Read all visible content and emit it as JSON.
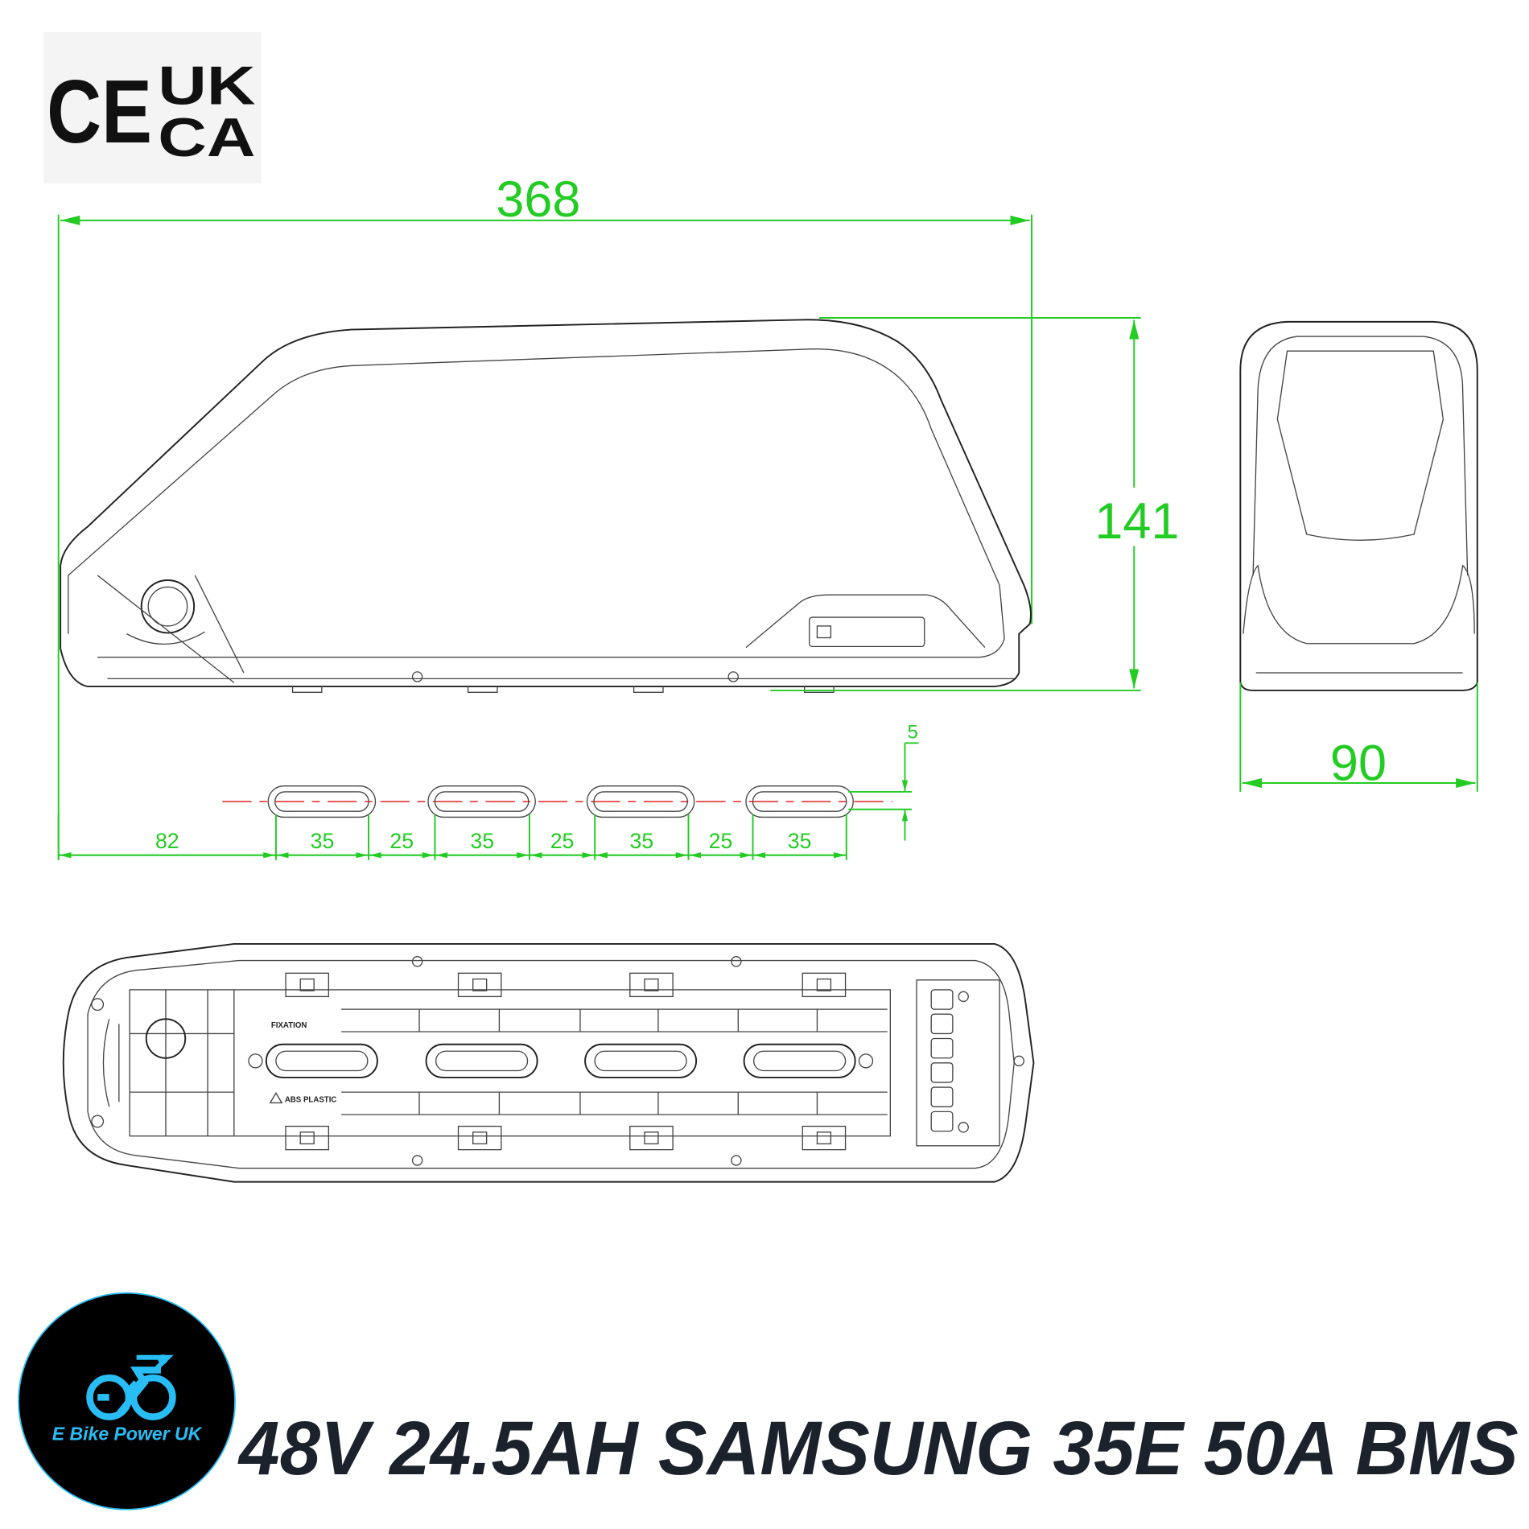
{
  "certifications": {
    "ce": "CE",
    "ukca_top": "UK",
    "ukca_bottom": "CA"
  },
  "dimensions": {
    "length": "368",
    "height": "141",
    "width": "90",
    "slot_offset": "5",
    "slot_chain": [
      "82",
      "35",
      "25",
      "35",
      "25",
      "35",
      "25",
      "35"
    ]
  },
  "bottom_view_labels": {
    "fixation": "FIXATION",
    "material": "ABS PLASTIC"
  },
  "logo": {
    "brand": "E Bike Power UK"
  },
  "title": "48V 24.5AH SAMSUNG 35E 50A BMS",
  "colors": {
    "dimension": "#22cc22",
    "centerline": "#e53333",
    "brand_accent": "#29bdf5",
    "title": "#1b222b"
  }
}
